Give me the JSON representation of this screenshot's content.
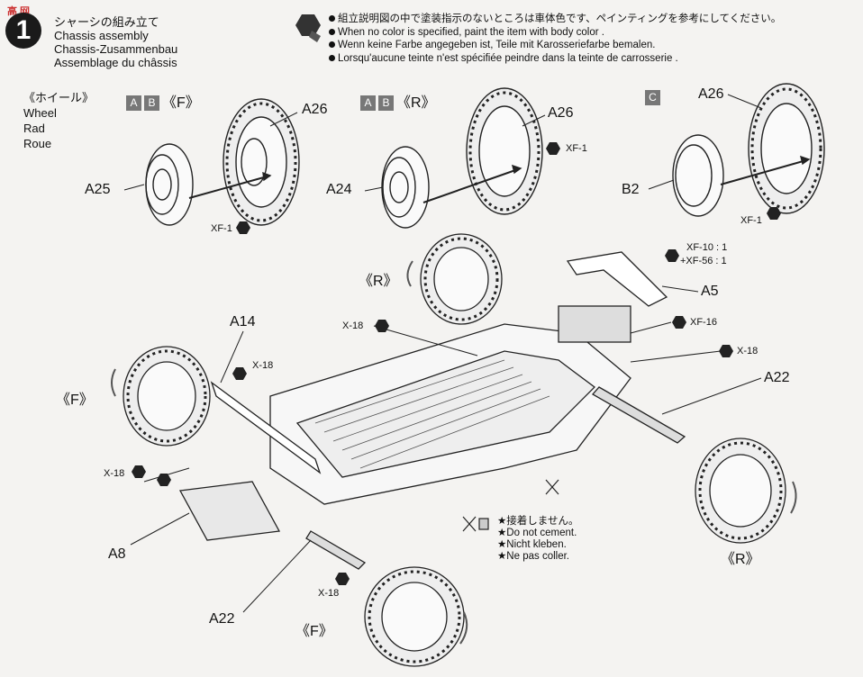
{
  "watermark": "高 网",
  "step": {
    "number": "1",
    "title_jp": "シャーシの組み立て",
    "title_en": "Chassis assembly",
    "title_de": "Chassis-Zusammenbau",
    "title_fr": "Assemblage du châssis"
  },
  "paint_note": {
    "jp": "組立説明図の中で塗装指示のないところは車体色です、ペインティングを参考にしてください。",
    "en": "When no color is specified, paint the item with body color .",
    "de": "Wenn keine Farbe angegeben ist, Teile mit Karosseriefarbe bemalen.",
    "fr": "Lorsqu'aucune teinte n'est spécifiée peindre dans la teinte de carrosserie ."
  },
  "wheel_heading": {
    "jp": "《ホイール》",
    "en": "Wheel",
    "de": "Rad",
    "fr": "Roue"
  },
  "variants": [
    {
      "badges": [
        "A",
        "B"
      ],
      "pos": "《F》"
    },
    {
      "badges": [
        "A",
        "B"
      ],
      "pos": "《R》"
    },
    {
      "badges": [
        "C"
      ],
      "pos": ""
    }
  ],
  "part_labels": {
    "a25": "A25",
    "a26_1": "A26",
    "xf1_1": "XF-1",
    "a24": "A24",
    "a26_2": "A26",
    "xf1_2": "XF-1",
    "b2": "B2",
    "a26_3": "A26",
    "xf1_3": "XF-1",
    "r_top": "《R》",
    "xf10": "XF-10 : 1",
    "xf56": "+XF-56 : 1",
    "a5": "A5",
    "xf16": "XF-16",
    "x18_r": "X-18",
    "x18_mid": "X-18",
    "a14": "A14",
    "x18_a14": "X-18",
    "f_left": "《F》",
    "a22_r": "A22",
    "x18_left": "X-18",
    "a8": "A8",
    "x18_bot": "X-18",
    "a22_b": "A22",
    "f_bot": "《F》",
    "r_bot": "《R》"
  },
  "cement_note": {
    "jp": "★接着しません。",
    "en": "★Do not cement.",
    "de": "★Nicht kleben.",
    "fr": "★Ne pas coller."
  }
}
